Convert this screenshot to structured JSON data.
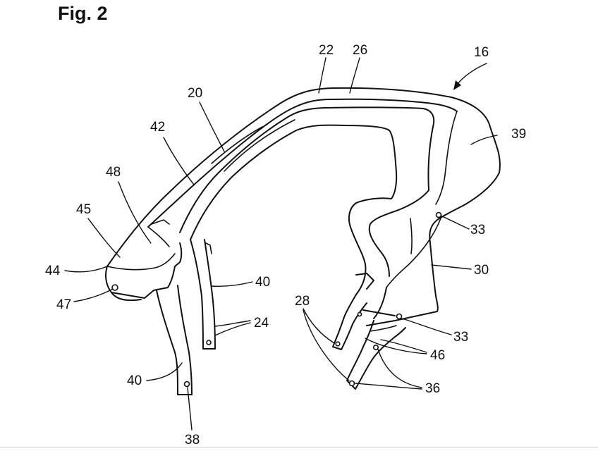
{
  "figure": {
    "title": "Fig. 2",
    "reference_numerals": {
      "n16": "16",
      "n20": "20",
      "n22": "22",
      "n24": "24",
      "n26": "26",
      "n28": "28",
      "n30": "30",
      "n33a": "33",
      "n33b": "33",
      "n36": "36",
      "n38": "38",
      "n39": "39",
      "n40a": "40",
      "n40b": "40",
      "n42": "42",
      "n44": "44",
      "n45": "45",
      "n46": "46",
      "n47": "47",
      "n48": "48"
    }
  }
}
